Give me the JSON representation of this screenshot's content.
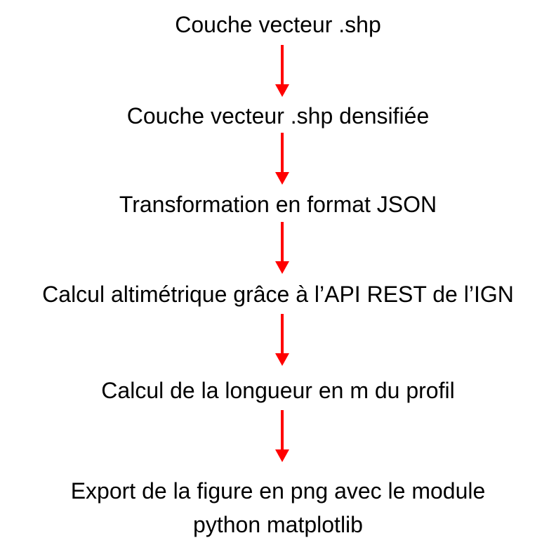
{
  "flowchart": {
    "steps": [
      {
        "label": "Couche vecteur .shp"
      },
      {
        "label": "Couche vecteur .shp densifiée"
      },
      {
        "label": "Transformation en format JSON"
      },
      {
        "label": "Calcul altimétrique grâce à l’API REST de l’IGN"
      },
      {
        "label": "Calcul de la longueur en m du profil"
      },
      {
        "lines": [
          "Export de la figure en png avec le module",
          "python matplotlib"
        ]
      }
    ],
    "arrow_color": "#ff0000",
    "text_color": "#000000"
  }
}
